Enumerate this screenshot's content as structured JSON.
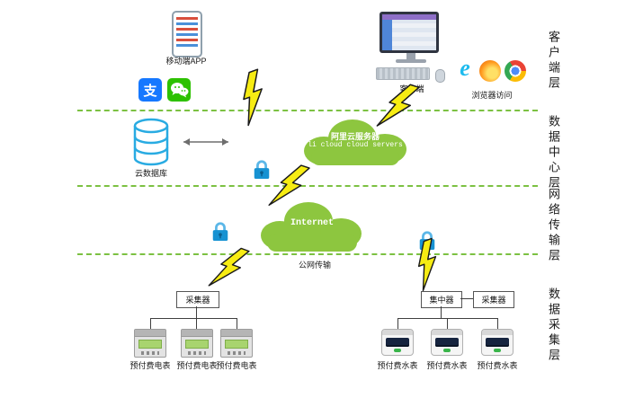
{
  "layers": {
    "client": "客户端层",
    "datacenter": "数据中心层",
    "network": "网络传输层",
    "collection": "数据采集层"
  },
  "nodes": {
    "mobile_app": "移动端APP",
    "client_pc": "客户端",
    "browser_access": "浏览器访问",
    "cloud_db": "云数据库",
    "ali_cloud_cn": "阿里云服务器",
    "ali_cloud_en": "li cloud  cloud servers",
    "internet": "Internet",
    "public_net": "公网传输",
    "collector_left": "采集器",
    "concentrator": "集中器",
    "collector_right": "采集器",
    "electric_meter": "预付费电表",
    "water_meter": "预付费水表"
  },
  "icons": {
    "alipay_glyph": "支",
    "ie_glyph": "e"
  },
  "colors": {
    "cloud_green": "#8dc63f",
    "separator_green": "#7cc142",
    "lightning_yellow": "#f7ec13",
    "lock_blue": "#1792d2",
    "database_blue": "#29abe2",
    "alipay_blue": "#1678ff",
    "wechat_green": "#2dc100"
  }
}
